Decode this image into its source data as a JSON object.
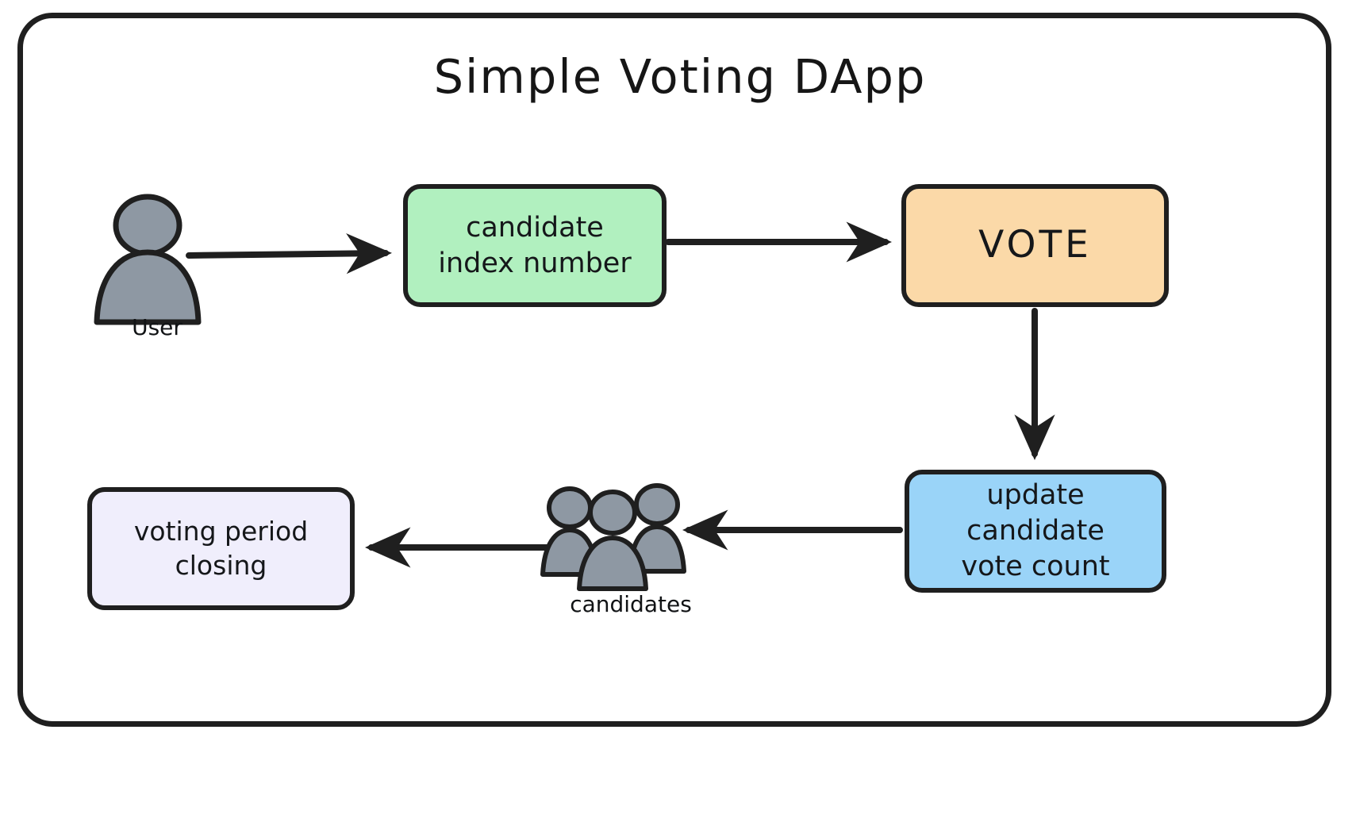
{
  "diagram": {
    "title": "Simple Voting DApp",
    "type": "flowchart",
    "frame": {
      "border_color": "#1f1f1f",
      "background": "#ffffff"
    },
    "nodes": [
      {
        "id": "user",
        "kind": "actor-icon",
        "icon": "single-person-icon",
        "label": "User",
        "fill": "#8e98a3"
      },
      {
        "id": "candidate-index",
        "kind": "box",
        "label": "candidate\nindex number",
        "fill": "#b1f0bf"
      },
      {
        "id": "vote",
        "kind": "box",
        "label": "VOTE",
        "fill": "#fbd9a8"
      },
      {
        "id": "update-vote-count",
        "kind": "box",
        "label": "update candidate\nvote count",
        "fill": "#9ad4f8"
      },
      {
        "id": "candidates",
        "kind": "actor-icon",
        "icon": "group-of-people-icon",
        "label": "candidates",
        "fill": "#8e98a3"
      },
      {
        "id": "voting-period-closing",
        "kind": "box",
        "label": "voting period\nclosing",
        "fill": "#f0eefc"
      }
    ],
    "edges": [
      {
        "from": "user",
        "to": "candidate-index",
        "direction": "right"
      },
      {
        "from": "candidate-index",
        "to": "vote",
        "direction": "right"
      },
      {
        "from": "vote",
        "to": "update-vote-count",
        "direction": "down"
      },
      {
        "from": "update-vote-count",
        "to": "candidates",
        "direction": "left"
      },
      {
        "from": "candidates",
        "to": "voting-period-closing",
        "direction": "left"
      }
    ]
  }
}
